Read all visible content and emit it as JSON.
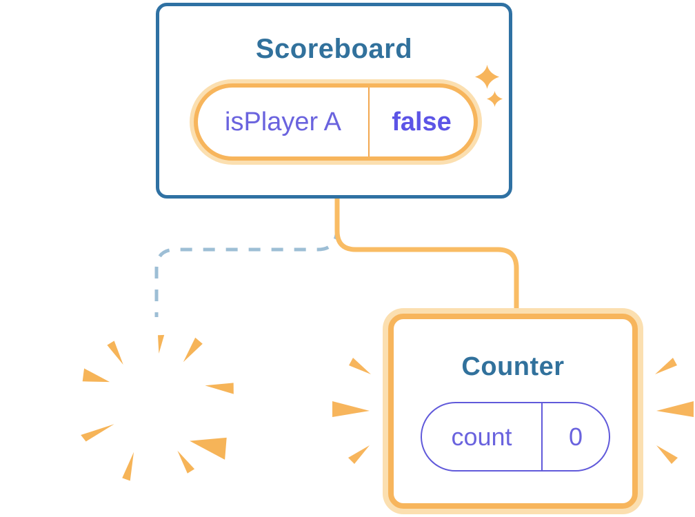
{
  "diagram": {
    "scoreboard": {
      "title": "Scoreboard",
      "state_pill": {
        "label": "isPlayer A",
        "value": "false",
        "highlighted": true
      }
    },
    "counter": {
      "title": "Counter",
      "state_pill": {
        "label": "count",
        "value": "0"
      }
    },
    "destroyed_component": {
      "note": ""
    }
  },
  "icons": {
    "sparkles": "sparkle-icon",
    "burst": "burst-icon",
    "emphasis_left": "emphasis-rays-left-icon",
    "emphasis_right": "emphasis-rays-right-icon",
    "connector_solid": "connector-solid-icon",
    "connector_dashed": "connector-dashed-icon"
  },
  "colors": {
    "accent_orange": "#F7B55C",
    "orange_glow": "#FBDFB0",
    "connector_orange": "#F9BC64",
    "divider_orange": "#F2A74F",
    "dashed_blue": "#9DBED5",
    "card_border_blue": "#2F71A3",
    "title_blue": "#31719C",
    "state_purple": "#6A63DE",
    "state_value_purple": "#5C54E6",
    "pill_border_purple": "#6059DA",
    "card_background": "#FFFFFF"
  }
}
